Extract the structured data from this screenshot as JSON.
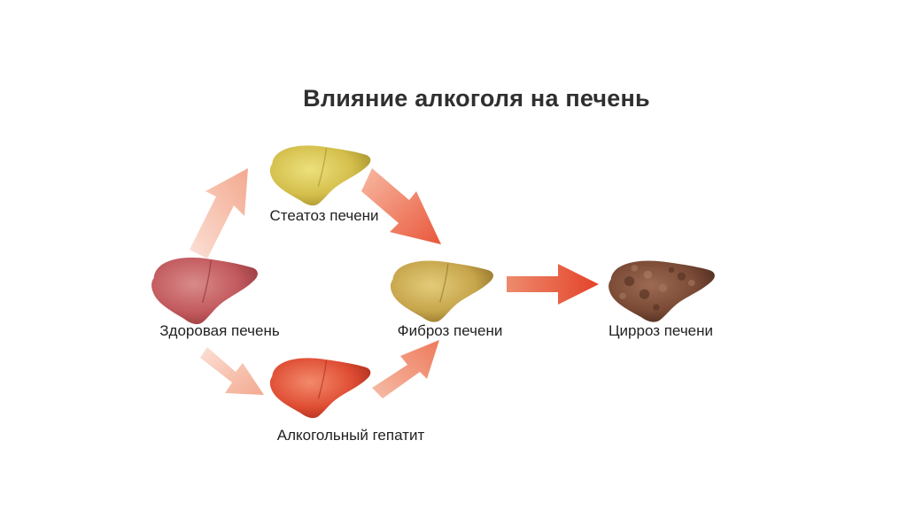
{
  "title": "Влияние алкоголя на печень",
  "stages": {
    "healthy": {
      "label": "Здоровая печень",
      "color": "#c8565a",
      "color_dark": "#9e3a3f"
    },
    "steatosis": {
      "label": "Стеатоз печени",
      "color": "#d9c650",
      "color_dark": "#a8962c"
    },
    "hepatitis": {
      "label": "Алкогольный гепатит",
      "color": "#e0523a",
      "color_dark": "#b0301f"
    },
    "fibrosis": {
      "label": "Фиброз печени",
      "color": "#c9a84c",
      "color_dark": "#97772a"
    },
    "cirrhosis": {
      "label": "Цирроз печени",
      "color": "#7a4a36",
      "color_dark": "#4f2c1f"
    }
  },
  "arrow_color_light": "#f6c4b4",
  "arrow_color_dark": "#e8563a"
}
